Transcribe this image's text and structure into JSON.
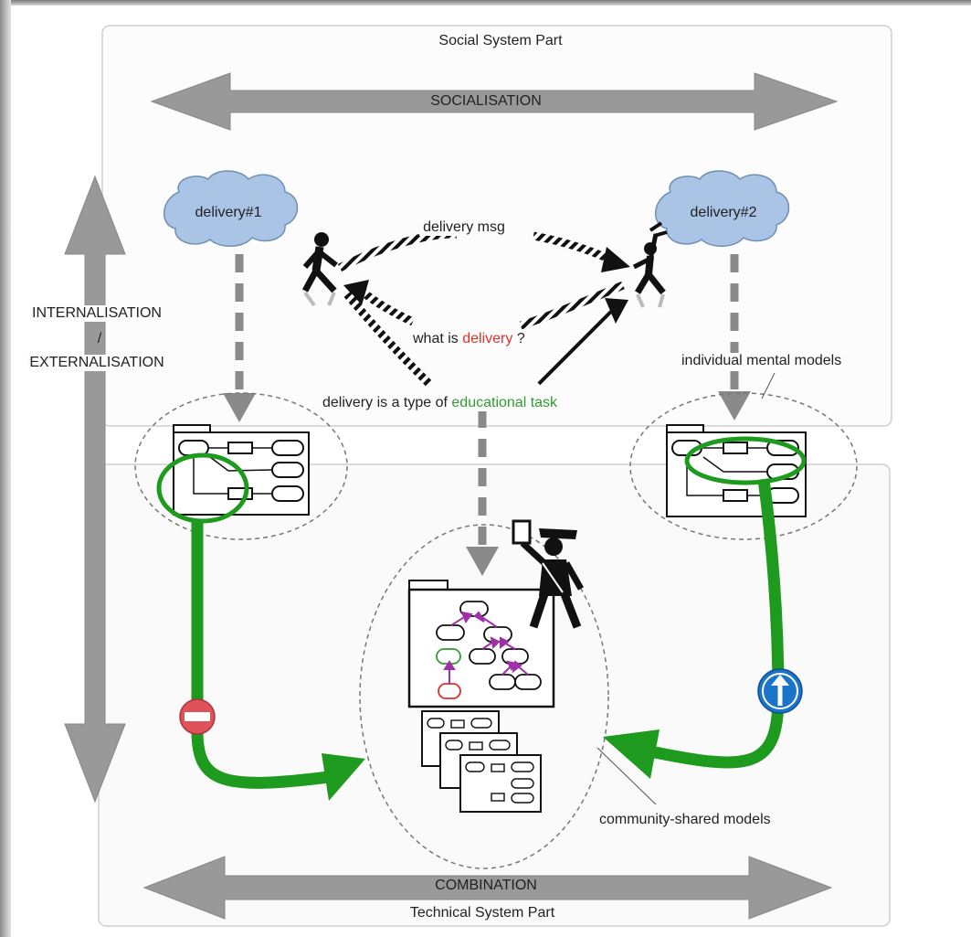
{
  "panels": {
    "social": "Social System Part",
    "technical": "Technical System Part"
  },
  "arrows": {
    "socialisation": "SOCIALISATION",
    "combination": "COMBINATION",
    "internalisation": "INTERNALISATION",
    "slash": "/",
    "externalisation": "EXTERNALISATION"
  },
  "clouds": {
    "left": "delivery#1",
    "right": "delivery#2"
  },
  "messages": {
    "delivery_msg": "delivery msg",
    "question_prefix": "what is ",
    "question_term": "delivery",
    "question_suffix": " ?",
    "answer_prefix": "delivery is a type of ",
    "answer_term": "educational task"
  },
  "annotations": {
    "individual": "individual mental models",
    "community": "community-shared models"
  },
  "colors": {
    "green": "#1e9a1e",
    "red_term": "#e0302a",
    "green_term": "#2f9e2f",
    "gray_arrow": "#9a9a9a",
    "cloud": "#a9c4e4",
    "no_entry": "#e0525a",
    "up_sign": "#1a74c8",
    "tree_arrow": "#a030a8"
  },
  "icons": [
    "stick-figure-icon",
    "cloud-icon",
    "package-model-icon",
    "no-entry-sign-icon",
    "up-arrow-sign-icon",
    "police-figure-icon"
  ]
}
